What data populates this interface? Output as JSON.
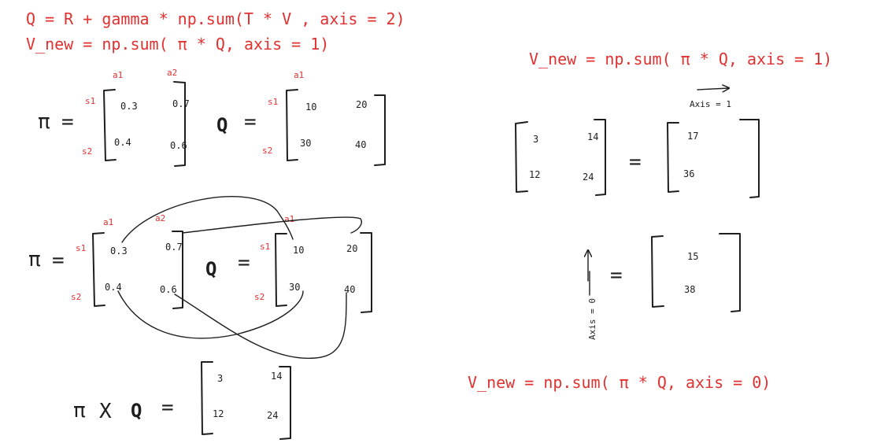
{
  "colors": {
    "red": "#e03131",
    "ink": "#1e1e1e",
    "gray": "#555555"
  },
  "formulas": {
    "q_update": "Q = R + gamma * np.sum(T * V  , axis = 2)",
    "v_new_axis1_left": "V_new = np.sum(  π  * Q, axis = 1)",
    "v_new_axis1_right": "V_new = np.sum(  π  * Q, axis = 1)",
    "v_new_axis0": "V_new = np.sum(  π  * Q, axis = 0)"
  },
  "symbols": {
    "pi": "π",
    "eq": "=",
    "q": "Q",
    "times": "X"
  },
  "labels": {
    "a1": "a1",
    "a2": "a2",
    "s1": "s1",
    "s2": "s2",
    "axis1": "Axis = 1",
    "axis0": "Axis = 0"
  },
  "matrices": {
    "pi_top": {
      "r1": [
        "0.3",
        "0.7"
      ],
      "r2": [
        "0.4",
        "0.6"
      ]
    },
    "q_top": {
      "r1": [
        "10",
        "20"
      ],
      "r2": [
        "30",
        "40"
      ]
    },
    "pi_mid": {
      "r1": [
        "0.3",
        "0.7"
      ],
      "r2": [
        "0.4",
        "0.6"
      ]
    },
    "q_mid": {
      "r1": [
        "10",
        "20"
      ],
      "r2": [
        "30",
        "40"
      ]
    },
    "product": {
      "r1": [
        "3",
        "14"
      ],
      "r2": [
        "12",
        "24"
      ]
    },
    "right_prod": {
      "r1": [
        "3",
        "14"
      ],
      "r2": [
        "12",
        "24"
      ]
    },
    "sum_axis1": [
      "17",
      "36"
    ],
    "sum_axis0": [
      "15",
      "38"
    ]
  }
}
